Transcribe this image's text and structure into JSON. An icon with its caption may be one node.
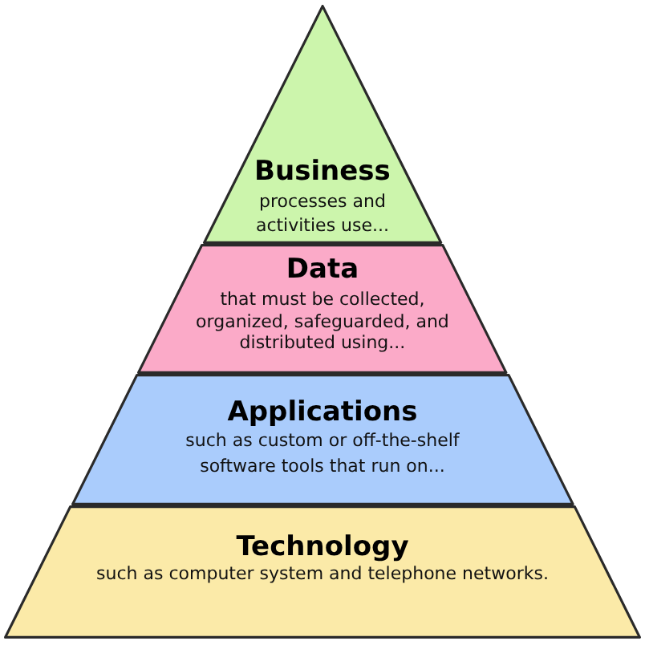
{
  "diagram": {
    "nodes": [
      {
        "text": [
          "Business",
          "processes and activities use..."
        ]
      },
      {
        "text": [
          "Data",
          "that must be collected, organized, safeguarded, and distributed using..."
        ]
      },
      {
        "text": [
          "Applications",
          "such as custom or off-the-shelf software tools that run on..."
        ]
      },
      {
        "text": [
          "Technology",
          "such as computer system and telephone networks."
        ]
      }
    ]
  }
}
